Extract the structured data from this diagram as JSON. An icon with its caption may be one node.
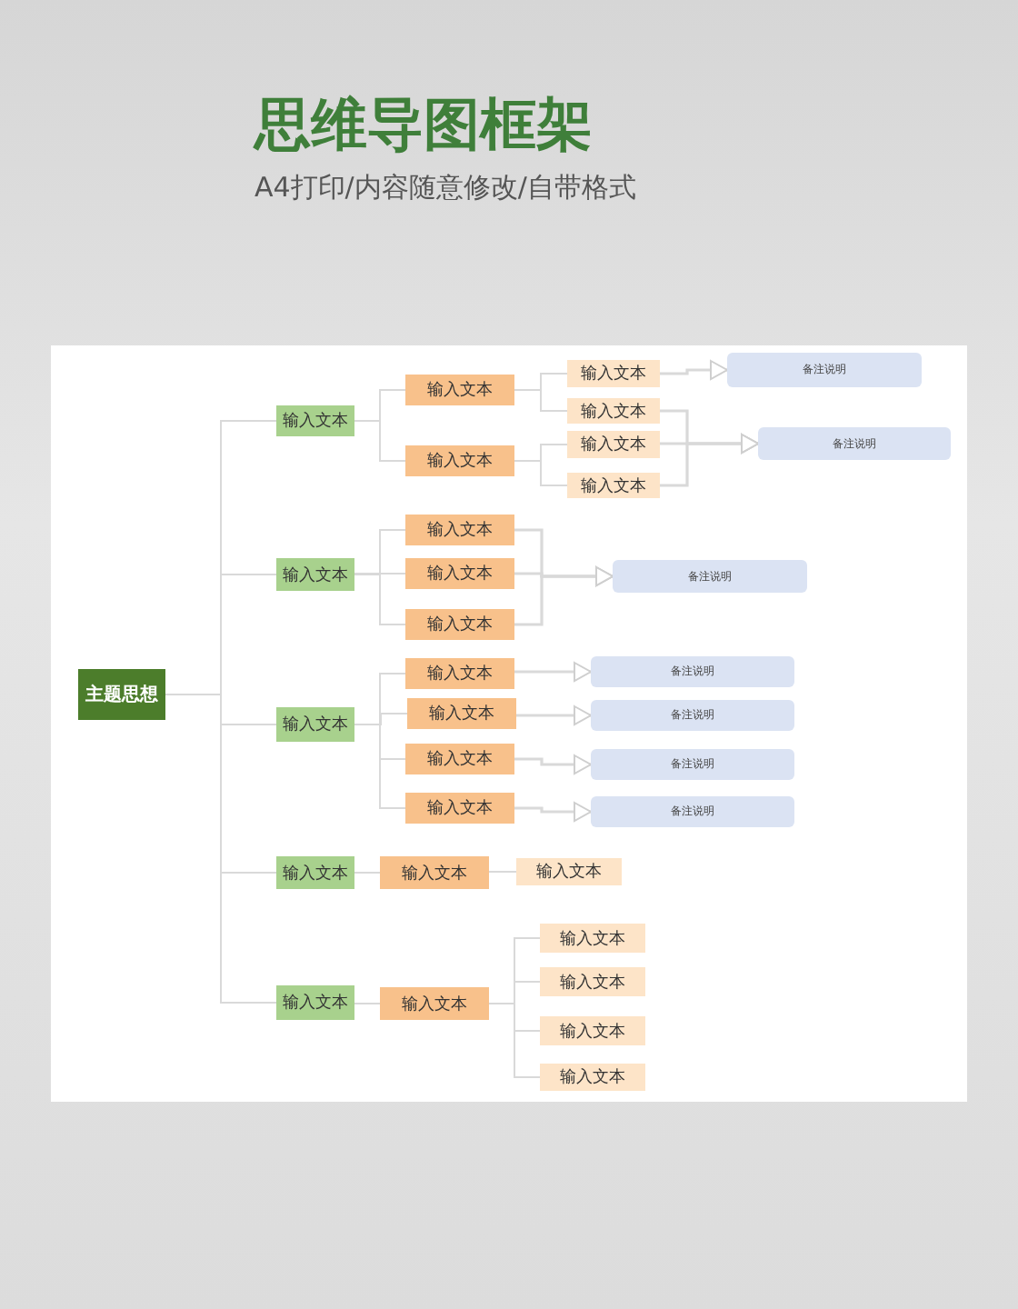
{
  "diagram": {
    "title": "思维导图框架",
    "nodes": [
      {
        "text": [
          "主题思想"
        ]
      },
      {
        "text": [
          "输入文本"
        ]
      },
      {
        "text": [
          "输入文本"
        ]
      },
      {
        "text": [
          "输入文本"
        ]
      },
      {
        "text": [
          "输入文本"
        ]
      },
      {
        "text": [
          "输入文本"
        ]
      },
      {
        "text": [
          "输入文本"
        ]
      },
      {
        "text": [
          "输入文本"
        ]
      },
      {
        "text": [
          "输入文本"
        ]
      },
      {
        "text": [
          "输入文本"
        ]
      },
      {
        "text": [
          "输入文本"
        ]
      },
      {
        "text": [
          "输入文本"
        ]
      },
      {
        "text": [
          "输入文本"
        ]
      },
      {
        "text": [
          "输入文本"
        ]
      },
      {
        "text": [
          "输入文本"
        ]
      },
      {
        "text": [
          "输入文本"
        ]
      },
      {
        "text": [
          "输入文本"
        ]
      },
      {
        "text": [
          "输入文本"
        ]
      },
      {
        "text": [
          "输入文本"
        ]
      },
      {
        "text": [
          "输入文本"
        ]
      },
      {
        "text": [
          "输入文本"
        ]
      },
      {
        "text": [
          "输入文本"
        ]
      },
      {
        "text": [
          "输入文本"
        ]
      },
      {
        "text": [
          "输入文本"
        ]
      },
      {
        "text": [
          "输入文本"
        ]
      },
      {
        "text": [
          "输入文本"
        ]
      },
      {
        "text": [
          "备注说明"
        ]
      },
      {
        "text": [
          "备注说明"
        ]
      },
      {
        "text": [
          "备注说明"
        ]
      },
      {
        "text": [
          "备注说明"
        ]
      },
      {
        "text": [
          "备注说明"
        ]
      },
      {
        "text": [
          "备注说明"
        ]
      },
      {
        "text": [
          "备注说明"
        ]
      }
    ],
    "edges": [
      {
        "from": 0,
        "to": 1,
        "arrow": "none"
      },
      {
        "from": 0,
        "to": 2,
        "arrow": "none"
      },
      {
        "from": 0,
        "to": 3,
        "arrow": "none"
      },
      {
        "from": 0,
        "to": 4,
        "arrow": "none"
      },
      {
        "from": 0,
        "to": 5,
        "arrow": "none"
      },
      {
        "from": 1,
        "to": 6,
        "arrow": "none"
      },
      {
        "from": 1,
        "to": 7,
        "arrow": "none"
      },
      {
        "from": 2,
        "to": 8,
        "arrow": "none"
      },
      {
        "from": 2,
        "to": 9,
        "arrow": "none"
      },
      {
        "from": 2,
        "to": 10,
        "arrow": "none"
      },
      {
        "from": 3,
        "to": 11,
        "arrow": "none"
      },
      {
        "from": 3,
        "to": 12,
        "arrow": "none"
      },
      {
        "from": 3,
        "to": 13,
        "arrow": "none"
      },
      {
        "from": 3,
        "to": 14,
        "arrow": "none"
      },
      {
        "from": 4,
        "to": 15,
        "arrow": "none"
      },
      {
        "from": 5,
        "to": 16,
        "arrow": "none"
      },
      {
        "from": 6,
        "to": 17,
        "arrow": "none"
      },
      {
        "from": 6,
        "to": 18,
        "arrow": "none"
      },
      {
        "from": 7,
        "to": 19,
        "arrow": "none"
      },
      {
        "from": 7,
        "to": 20,
        "arrow": "none"
      },
      {
        "from": 15,
        "to": 21,
        "arrow": "none"
      },
      {
        "from": 16,
        "to": 22,
        "arrow": "none"
      },
      {
        "from": 16,
        "to": 23,
        "arrow": "none"
      },
      {
        "from": 16,
        "to": 24,
        "arrow": "none"
      },
      {
        "from": 16,
        "to": 25,
        "arrow": "none"
      },
      {
        "from": 17,
        "to": 26,
        "arrow": "to"
      },
      {
        "from": 18,
        "to": 27,
        "arrow": "to"
      },
      {
        "from": 19,
        "to": 27,
        "arrow": "to"
      },
      {
        "from": 20,
        "to": 27,
        "arrow": "to"
      },
      {
        "from": 8,
        "to": 28,
        "arrow": "to"
      },
      {
        "from": 9,
        "to": 28,
        "arrow": "to"
      },
      {
        "from": 10,
        "to": 28,
        "arrow": "to"
      },
      {
        "from": 11,
        "to": 29,
        "arrow": "to"
      },
      {
        "from": 12,
        "to": 30,
        "arrow": "to"
      },
      {
        "from": 13,
        "to": 31,
        "arrow": "to"
      },
      {
        "from": 14,
        "to": 32,
        "arrow": "to"
      }
    ],
    "labels": [
      "A4打印/内容随意修改/自带格式"
    ]
  }
}
